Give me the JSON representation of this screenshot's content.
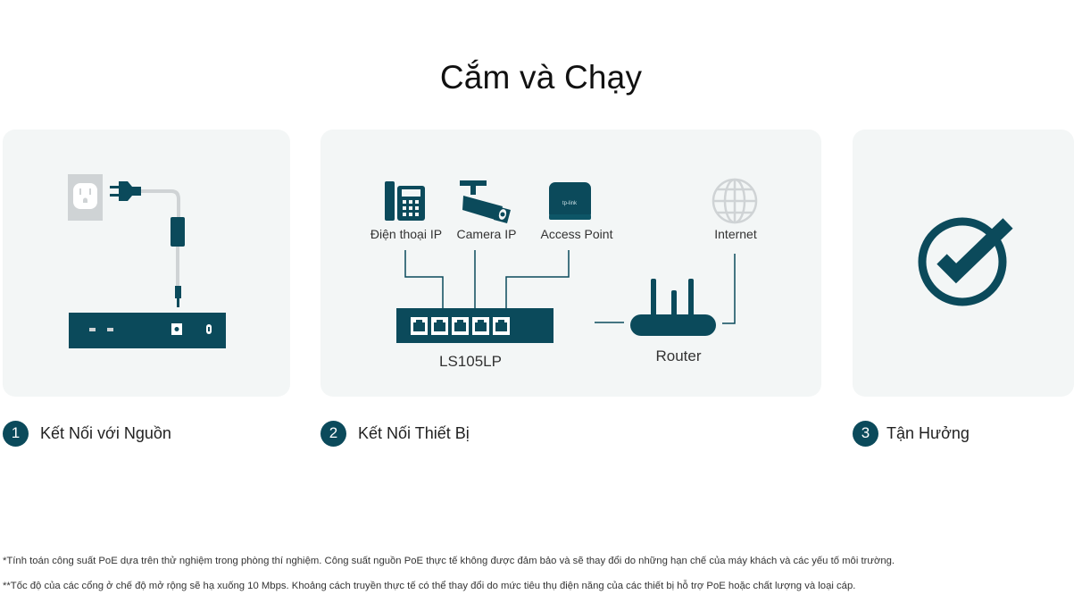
{
  "page": {
    "title": "Cắm và Chạy"
  },
  "colors": {
    "teal": "#0b4a5b",
    "card_bg": "#f3f6f6",
    "gray_icon": "#cfd3d5"
  },
  "diagram": {
    "devices": [
      {
        "label": "Điện thoại IP",
        "icon": "ip-phone-icon"
      },
      {
        "label": "Camera IP",
        "icon": "camera-icon"
      },
      {
        "label": "Access Point",
        "icon": "access-point-icon"
      },
      {
        "label": "Internet",
        "icon": "globe-icon"
      }
    ],
    "switch_label": "LS105LP",
    "router_label": "Router"
  },
  "steps": [
    {
      "number": "1",
      "label": "Kết Nối với Nguồn"
    },
    {
      "number": "2",
      "label": "Kết Nối Thiết Bị"
    },
    {
      "number": "3",
      "label": "Tận Hưởng"
    }
  ],
  "notes": [
    "*Tính toán công suất PoE dựa trên thử nghiệm trong phòng thí nghiệm. Công suất nguồn PoE thực tế không được đảm bảo và sẽ thay đổi do những hạn chế của máy khách và các yếu tố môi trường.",
    "**Tốc độ của các cổng ở chế độ mở rộng sẽ hạ xuống 10 Mbps. Khoảng cách truyền thực tế có thể thay đổi do mức tiêu thụ điện năng của các thiết bị hỗ trợ PoE hoặc chất lượng và loại cáp."
  ]
}
